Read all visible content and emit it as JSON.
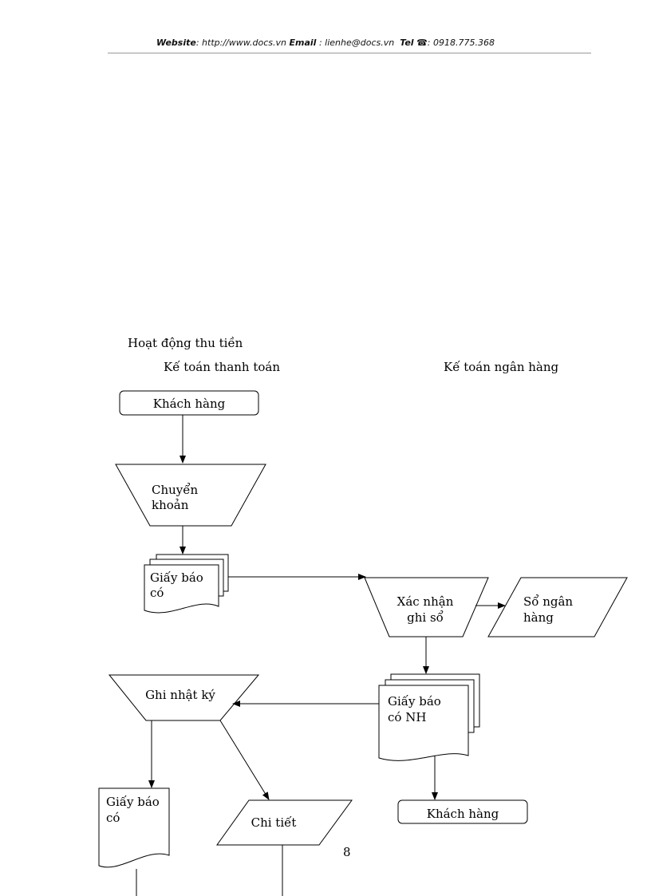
{
  "header": {
    "website_label": "Website",
    "website_url": ": http://www.docs.vn",
    "email_label": "Email",
    "email_value": ": lienhe@docs.vn",
    "tel_label": "Tel",
    "tel_value": ": 0918.775.368"
  },
  "diagram": {
    "title": "Hoạt động thu tiền",
    "column_left": "Kế toán thanh toán",
    "column_right": "Kế toán ngân hàng",
    "nodes": {
      "khach_hang_top": "Khách hàng",
      "chuyen_khoan_1": "Chuyển",
      "chuyen_khoan_2": "khoản",
      "giay_bao_co_1_line1": "Giấy báo",
      "giay_bao_co_1_line2": "có",
      "xac_nhan_1": "Xác nhận",
      "xac_nhan_2": "ghi sổ",
      "so_ngan_hang_1": "Sổ ngân",
      "so_ngan_hang_2": "hàng",
      "giay_bao_co_nh_line1": "Giấy báo",
      "giay_bao_co_nh_line2": "có NH",
      "ghi_nhat_ky": "Ghi nhật ký",
      "giay_bao_co_2_line1": "Giấy báo",
      "giay_bao_co_2_line2": "có",
      "chi_tiet": "Chi tiết",
      "khach_hang_bottom": "Khách hàng"
    }
  },
  "page_number": "8"
}
